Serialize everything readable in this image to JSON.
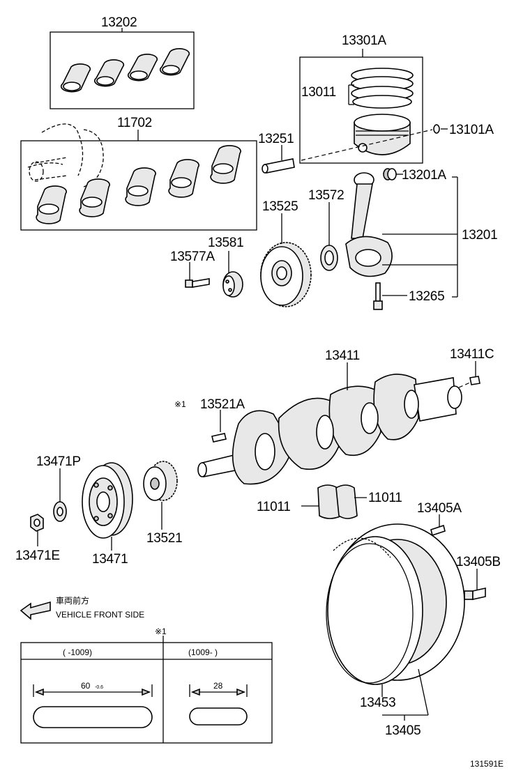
{
  "diagram_id": "131591E",
  "labels": {
    "p13202": "13202",
    "p13301A": "13301A",
    "p13011": "13011",
    "p13101A": "13101A",
    "p11702": "11702",
    "p13251": "13251",
    "p13201A": "13201A",
    "p13572": "13572",
    "p13525": "13525",
    "p13201": "13201",
    "p13581": "13581",
    "p13577A": "13577A",
    "p13265": "13265",
    "p13411": "13411",
    "p13411C": "13411C",
    "p13521A": "13521A",
    "p13471P": "13471P",
    "p11011a": "11011",
    "p11011b": "11011",
    "p13405A": "13405A",
    "p13521": "13521",
    "p13471E": "13471E",
    "p13471": "13471",
    "p13405B": "13405B",
    "p13453": "13453",
    "p13405": "13405"
  },
  "note_mark": "※1",
  "direction": {
    "japanese": "車両前方",
    "english": "VEHICLE FRONT SIDE"
  },
  "pin_table": {
    "mark": "※1",
    "columns": [
      {
        "header": "(      -1009)",
        "dimension": "60",
        "tolerance": "-0.6"
      },
      {
        "header": "(1009-      )",
        "dimension": "28"
      }
    ]
  }
}
